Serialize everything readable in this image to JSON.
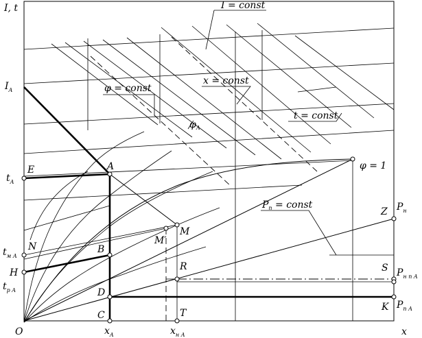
{
  "axes": {
    "y_axis_label": "I, t",
    "x_axis_label": "x",
    "origin": "O"
  },
  "curve_labels": {
    "enthalpy": "I = const",
    "moisture": "x = const",
    "rel_humidity": "φ = const",
    "rel_humidity_A": "φ",
    "rel_humidity_A_sub": "A",
    "temperature": "t = const",
    "saturation": "φ = 1",
    "vapor_pressure_main": "P",
    "vapor_pressure_sub": "п",
    "vapor_pressure_rest": " = const"
  },
  "axis_ticks_left": {
    "I_A": {
      "main": "I",
      "sub": "A"
    },
    "t_A": {
      "main": "t",
      "sub": "A"
    },
    "t_mA": {
      "main": "t",
      "sub": "м A"
    },
    "t_pA": {
      "main": "t",
      "sub": "р A"
    }
  },
  "axis_ticks_bottom": {
    "x_A": {
      "main": "x",
      "sub": "A"
    },
    "x_nA": {
      "main": "x",
      "sub": "н A"
    }
  },
  "axis_ticks_right": {
    "P_n": {
      "main": "P",
      "sub": "н"
    },
    "P_nnA": {
      "main": "P",
      "sub": "н п A"
    },
    "P_nA": {
      "main": "P",
      "sub": "п A"
    }
  },
  "points": {
    "A": "A",
    "B": "B",
    "C": "C",
    "D": "D",
    "E": "E",
    "H": "H",
    "K": "K",
    "M": "M",
    "M_prime": "M′",
    "N": "N",
    "R": "R",
    "S": "S",
    "T": "T",
    "Z": "Z"
  }
}
